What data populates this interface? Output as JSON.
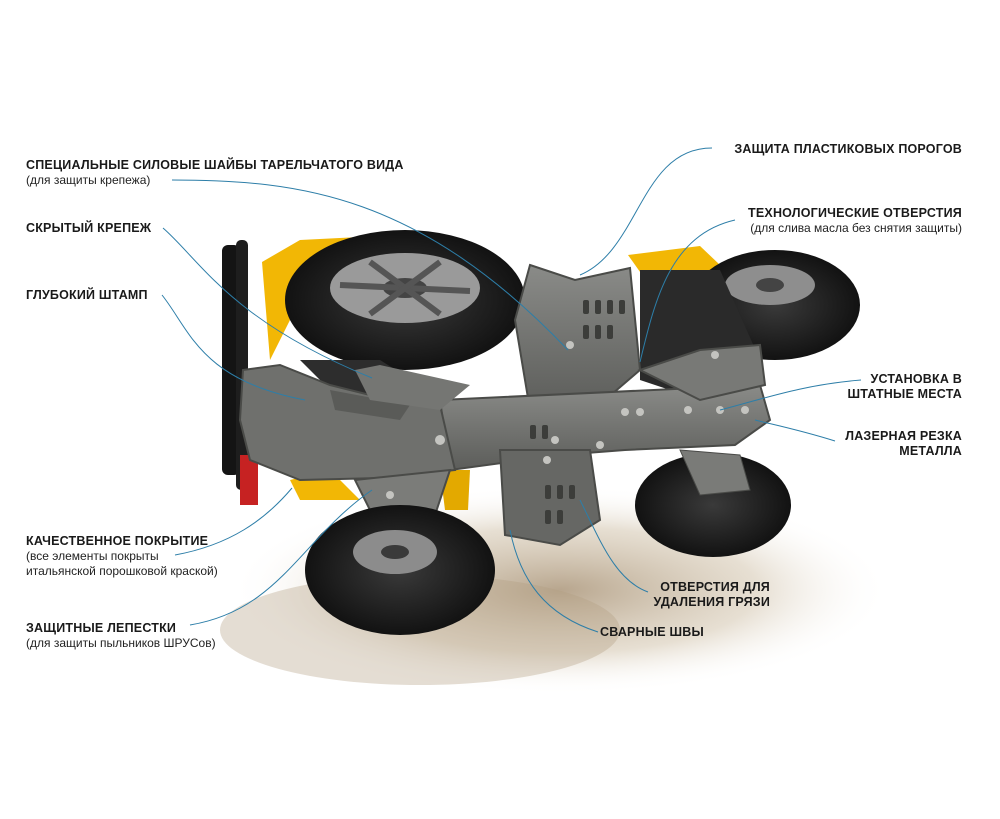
{
  "image": {
    "subject": "atv-underbody-protection",
    "accent_yellow": "#f2b705",
    "plate_gray": "#6e6f6c",
    "leader_line_color": "#2d7ea8"
  },
  "callouts": [
    {
      "id": "washers",
      "title": "СПЕЦИАЛЬНЫЕ СИЛОВЫЕ ШАЙБЫ ТАРЕЛЬЧАТОГО ВИДА",
      "sub": "(для защиты крепежа)"
    },
    {
      "id": "hidden",
      "title": "СКРЫТЫЙ КРЕПЕЖ",
      "sub": ""
    },
    {
      "id": "stamp",
      "title": "ГЛУБОКИЙ ШТАМП",
      "sub": ""
    },
    {
      "id": "coating",
      "title": "КАЧЕСТВЕННОЕ ПОКРЫТИЕ",
      "sub": "(все элементы покрыты",
      "sub2": "итальянской порошковой краской)"
    },
    {
      "id": "petals",
      "title": "ЗАЩИТНЫЕ ЛЕПЕСТКИ",
      "sub": "(для защиты пыльников ШРУСов)"
    },
    {
      "id": "sills",
      "title": "ЗАЩИТА ПЛАСТИКОВЫХ ПОРОГОВ",
      "sub": ""
    },
    {
      "id": "tech",
      "title": "ТЕХНОЛОГИЧЕСКИЕ ОТВЕРСТИЯ",
      "sub": "(для слива масла без снятия защиты)"
    },
    {
      "id": "install",
      "title": "УСТАНОВКА В",
      "sub": "ШТАТНЫЕ МЕСТА"
    },
    {
      "id": "laser",
      "title": "ЛАЗЕРНАЯ РЕЗКА",
      "sub": "МЕТАЛЛА"
    },
    {
      "id": "dirt",
      "title": "ОТВЕРСТИЯ ДЛЯ",
      "sub": "УДАЛЕНИЯ ГРЯЗИ"
    },
    {
      "id": "welds",
      "title": "СВАРНЫЕ ШВЫ",
      "sub": ""
    }
  ]
}
